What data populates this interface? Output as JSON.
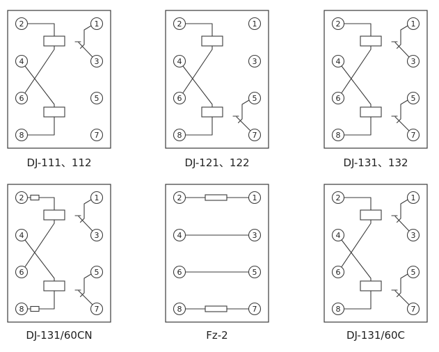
{
  "figure": {
    "background": "#ffffff",
    "line_color": "#3a3a3a",
    "label_color": "#1f1f1f"
  },
  "diagrams": [
    {
      "id": "dj-111-112",
      "label": "DJ-111、112",
      "left_terminals": [
        "2",
        "4",
        "6",
        "8"
      ],
      "right_terminals": [
        "1",
        "3",
        "5",
        "7"
      ],
      "visible_parts": [
        "upper-coil",
        "lower-coil",
        "crossed-wires-between-4-and-6",
        "switch-contact-between-1-and-3"
      ]
    },
    {
      "id": "dj-121-122",
      "label": "DJ-121、122",
      "left_terminals": [
        "2",
        "4",
        "6",
        "8"
      ],
      "right_terminals": [
        "1",
        "3",
        "5",
        "7"
      ],
      "visible_parts": [
        "upper-coil",
        "lower-coil",
        "crossed-wires-between-4-and-6",
        "switch-contact-between-5-and-7"
      ]
    },
    {
      "id": "dj-131-132",
      "label": "DJ-131、132",
      "left_terminals": [
        "2",
        "4",
        "6",
        "8"
      ],
      "right_terminals": [
        "1",
        "3",
        "5",
        "7"
      ],
      "visible_parts": [
        "upper-coil",
        "lower-coil",
        "crossed-wires-between-4-and-6",
        "switch-contact-between-1-and-3",
        "switch-contact-between-5-and-7"
      ]
    },
    {
      "id": "dj-131-60cn",
      "label": "DJ-131/60CN",
      "left_terminals": [
        "2",
        "4",
        "6",
        "8"
      ],
      "right_terminals": [
        "1",
        "3",
        "5",
        "7"
      ],
      "visible_parts": [
        "series-resistor-at-2",
        "upper-coil",
        "lower-coil",
        "crossed-wires-between-4-and-6",
        "series-resistor-at-8",
        "switch-contact-between-1-and-3",
        "switch-contact-between-5-and-7"
      ]
    },
    {
      "id": "fz-2",
      "label": "Fz-2",
      "left_terminals": [
        "2",
        "4",
        "6",
        "8"
      ],
      "right_terminals": [
        "1",
        "3",
        "5",
        "7"
      ],
      "visible_parts": [
        "resistor-between-2-and-1",
        "wire-between-4-and-3",
        "wire-between-6-and-5",
        "resistor-between-8-and-7"
      ]
    },
    {
      "id": "dj-131-60c",
      "label": "DJ-131/60C",
      "left_terminals": [
        "2",
        "4",
        "6",
        "8"
      ],
      "right_terminals": [
        "1",
        "3",
        "5",
        "7"
      ],
      "visible_parts": [
        "upper-coil",
        "lower-coil",
        "crossed-wires-between-4-and-6",
        "switch-contact-between-1-and-3",
        "switch-contact-between-5-and-7"
      ]
    }
  ]
}
